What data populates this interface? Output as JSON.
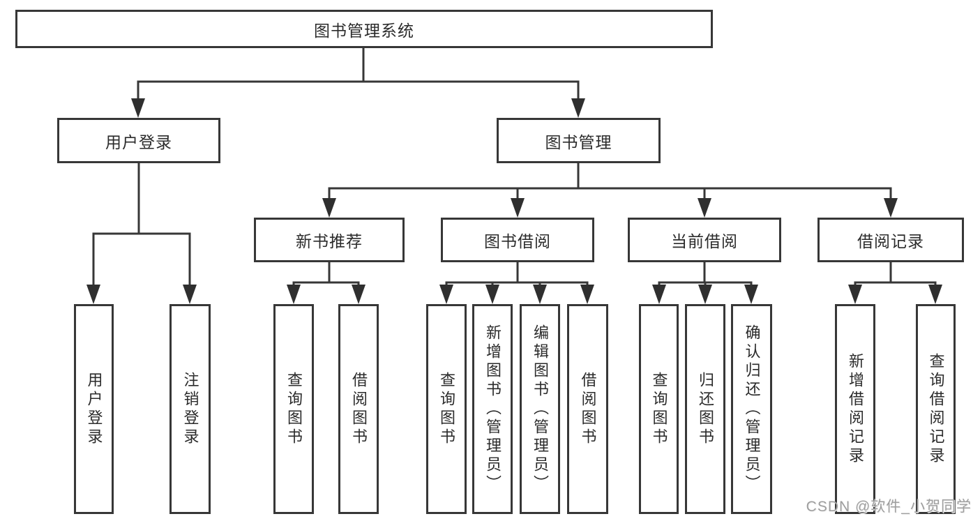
{
  "diagram": {
    "root": {
      "label": "图书管理系统"
    },
    "branches": [
      {
        "label": "用户登录",
        "children": [
          {
            "label": "用户登录"
          },
          {
            "label": "注销登录"
          }
        ]
      },
      {
        "label": "图书管理",
        "children": [
          {
            "label": "新书推荐",
            "children": [
              {
                "label": "查询图书"
              },
              {
                "label": "借阅图书"
              }
            ]
          },
          {
            "label": "图书借阅",
            "children": [
              {
                "label": "查询图书"
              },
              {
                "label": "新增图书（管理员）"
              },
              {
                "label": "编辑图书（管理员）"
              },
              {
                "label": "借阅图书"
              }
            ]
          },
          {
            "label": "当前借阅",
            "children": [
              {
                "label": "查询图书"
              },
              {
                "label": "归还图书"
              },
              {
                "label": "确认归还（管理员）"
              }
            ]
          },
          {
            "label": "借阅记录",
            "children": [
              {
                "label": "新增借阅记录"
              },
              {
                "label": "查询借阅记录"
              }
            ]
          }
        ]
      }
    ]
  },
  "watermark": "CSDN @软件_小贺同学",
  "colors": {
    "line": "#373737",
    "text": "#2b2b2b",
    "box_background": "#ffffff",
    "watermark": "#9e9e9e"
  }
}
